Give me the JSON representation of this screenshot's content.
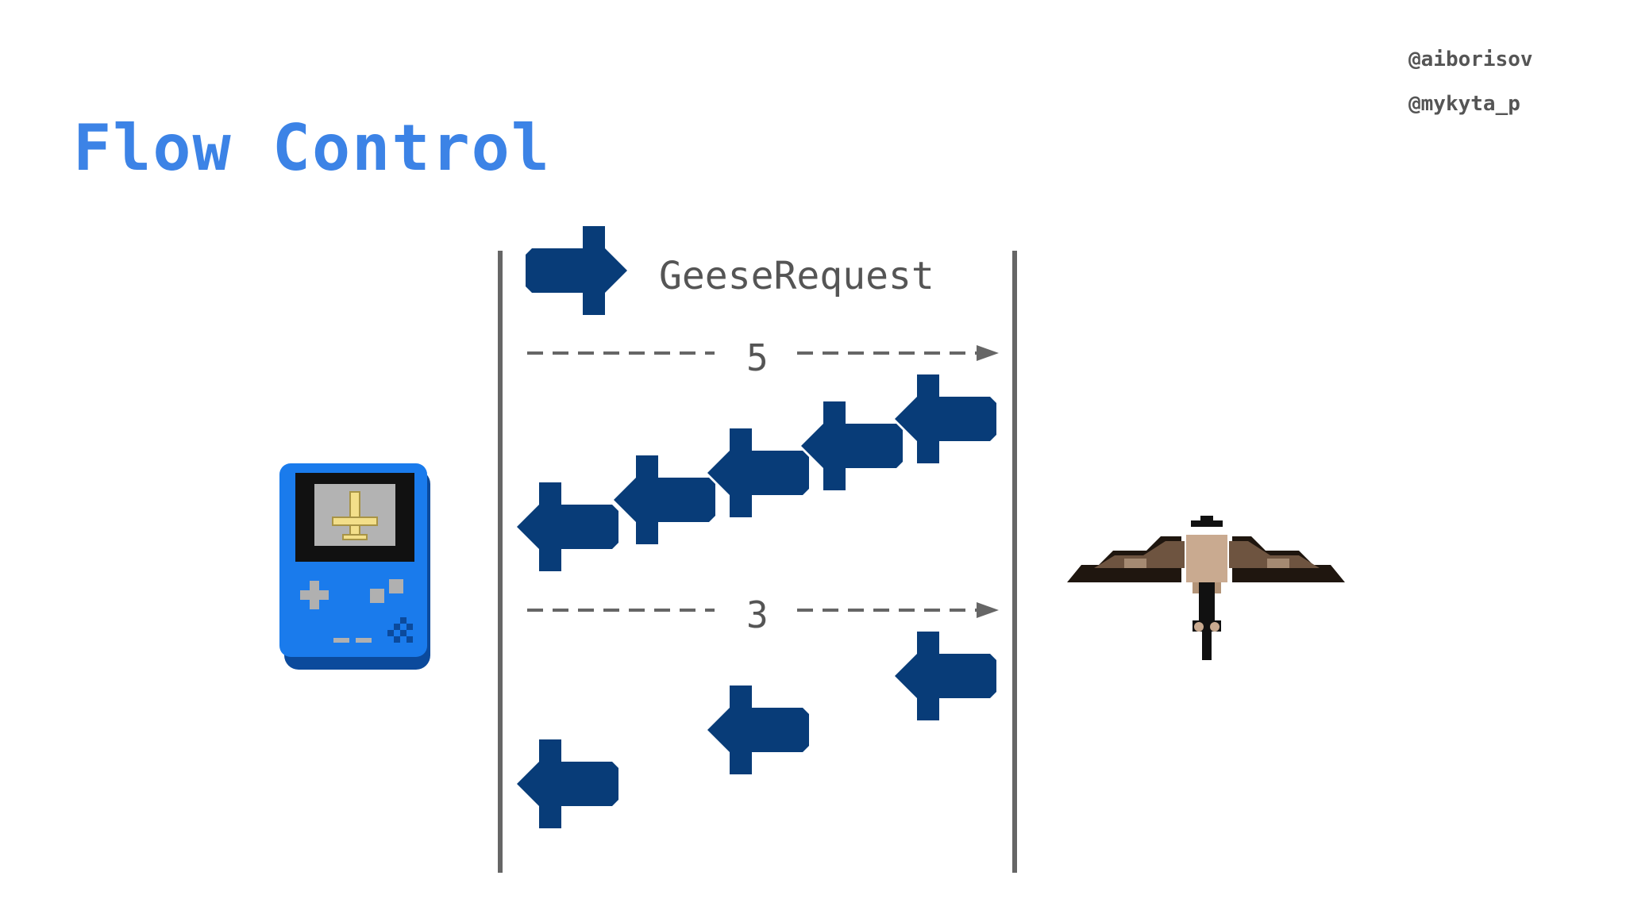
{
  "title": "Flow Control",
  "handles": [
    "@aiborisov",
    "@mykyta_p"
  ],
  "request_label": "GeeseRequest",
  "window_updates": [
    "5",
    "3"
  ],
  "icons": {
    "client": "handheld-game-console-icon",
    "server": "flying-goose-icon",
    "request": "arrow-right-icon",
    "response": "arrow-left-icon"
  },
  "colors": {
    "title": "#3c83e6",
    "arrow": "#083c78",
    "line": "#666666",
    "console": "#1a7bec"
  },
  "responses_batch_1": 5,
  "responses_batch_2": 3
}
